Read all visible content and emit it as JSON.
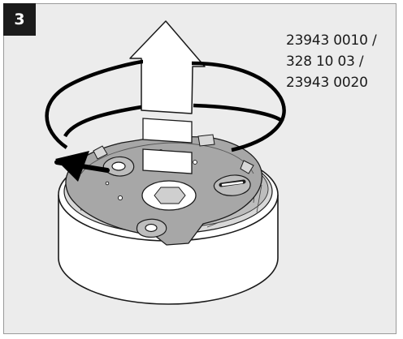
{
  "step": {
    "number": "3"
  },
  "part_numbers": [
    "23943 0010 /",
    "328 10 03 /",
    "23943 0020"
  ],
  "illustration": {
    "subject": "round-base-plate-twist-lock-with-lifting-tab",
    "colors": {
      "background": "#ececec",
      "plate": "#a7a7a7",
      "housing_side": "#ffffff",
      "outline": "#1a1a1a",
      "arrow_fill": "#ffffff",
      "rotation_arrow": "#000000"
    }
  }
}
